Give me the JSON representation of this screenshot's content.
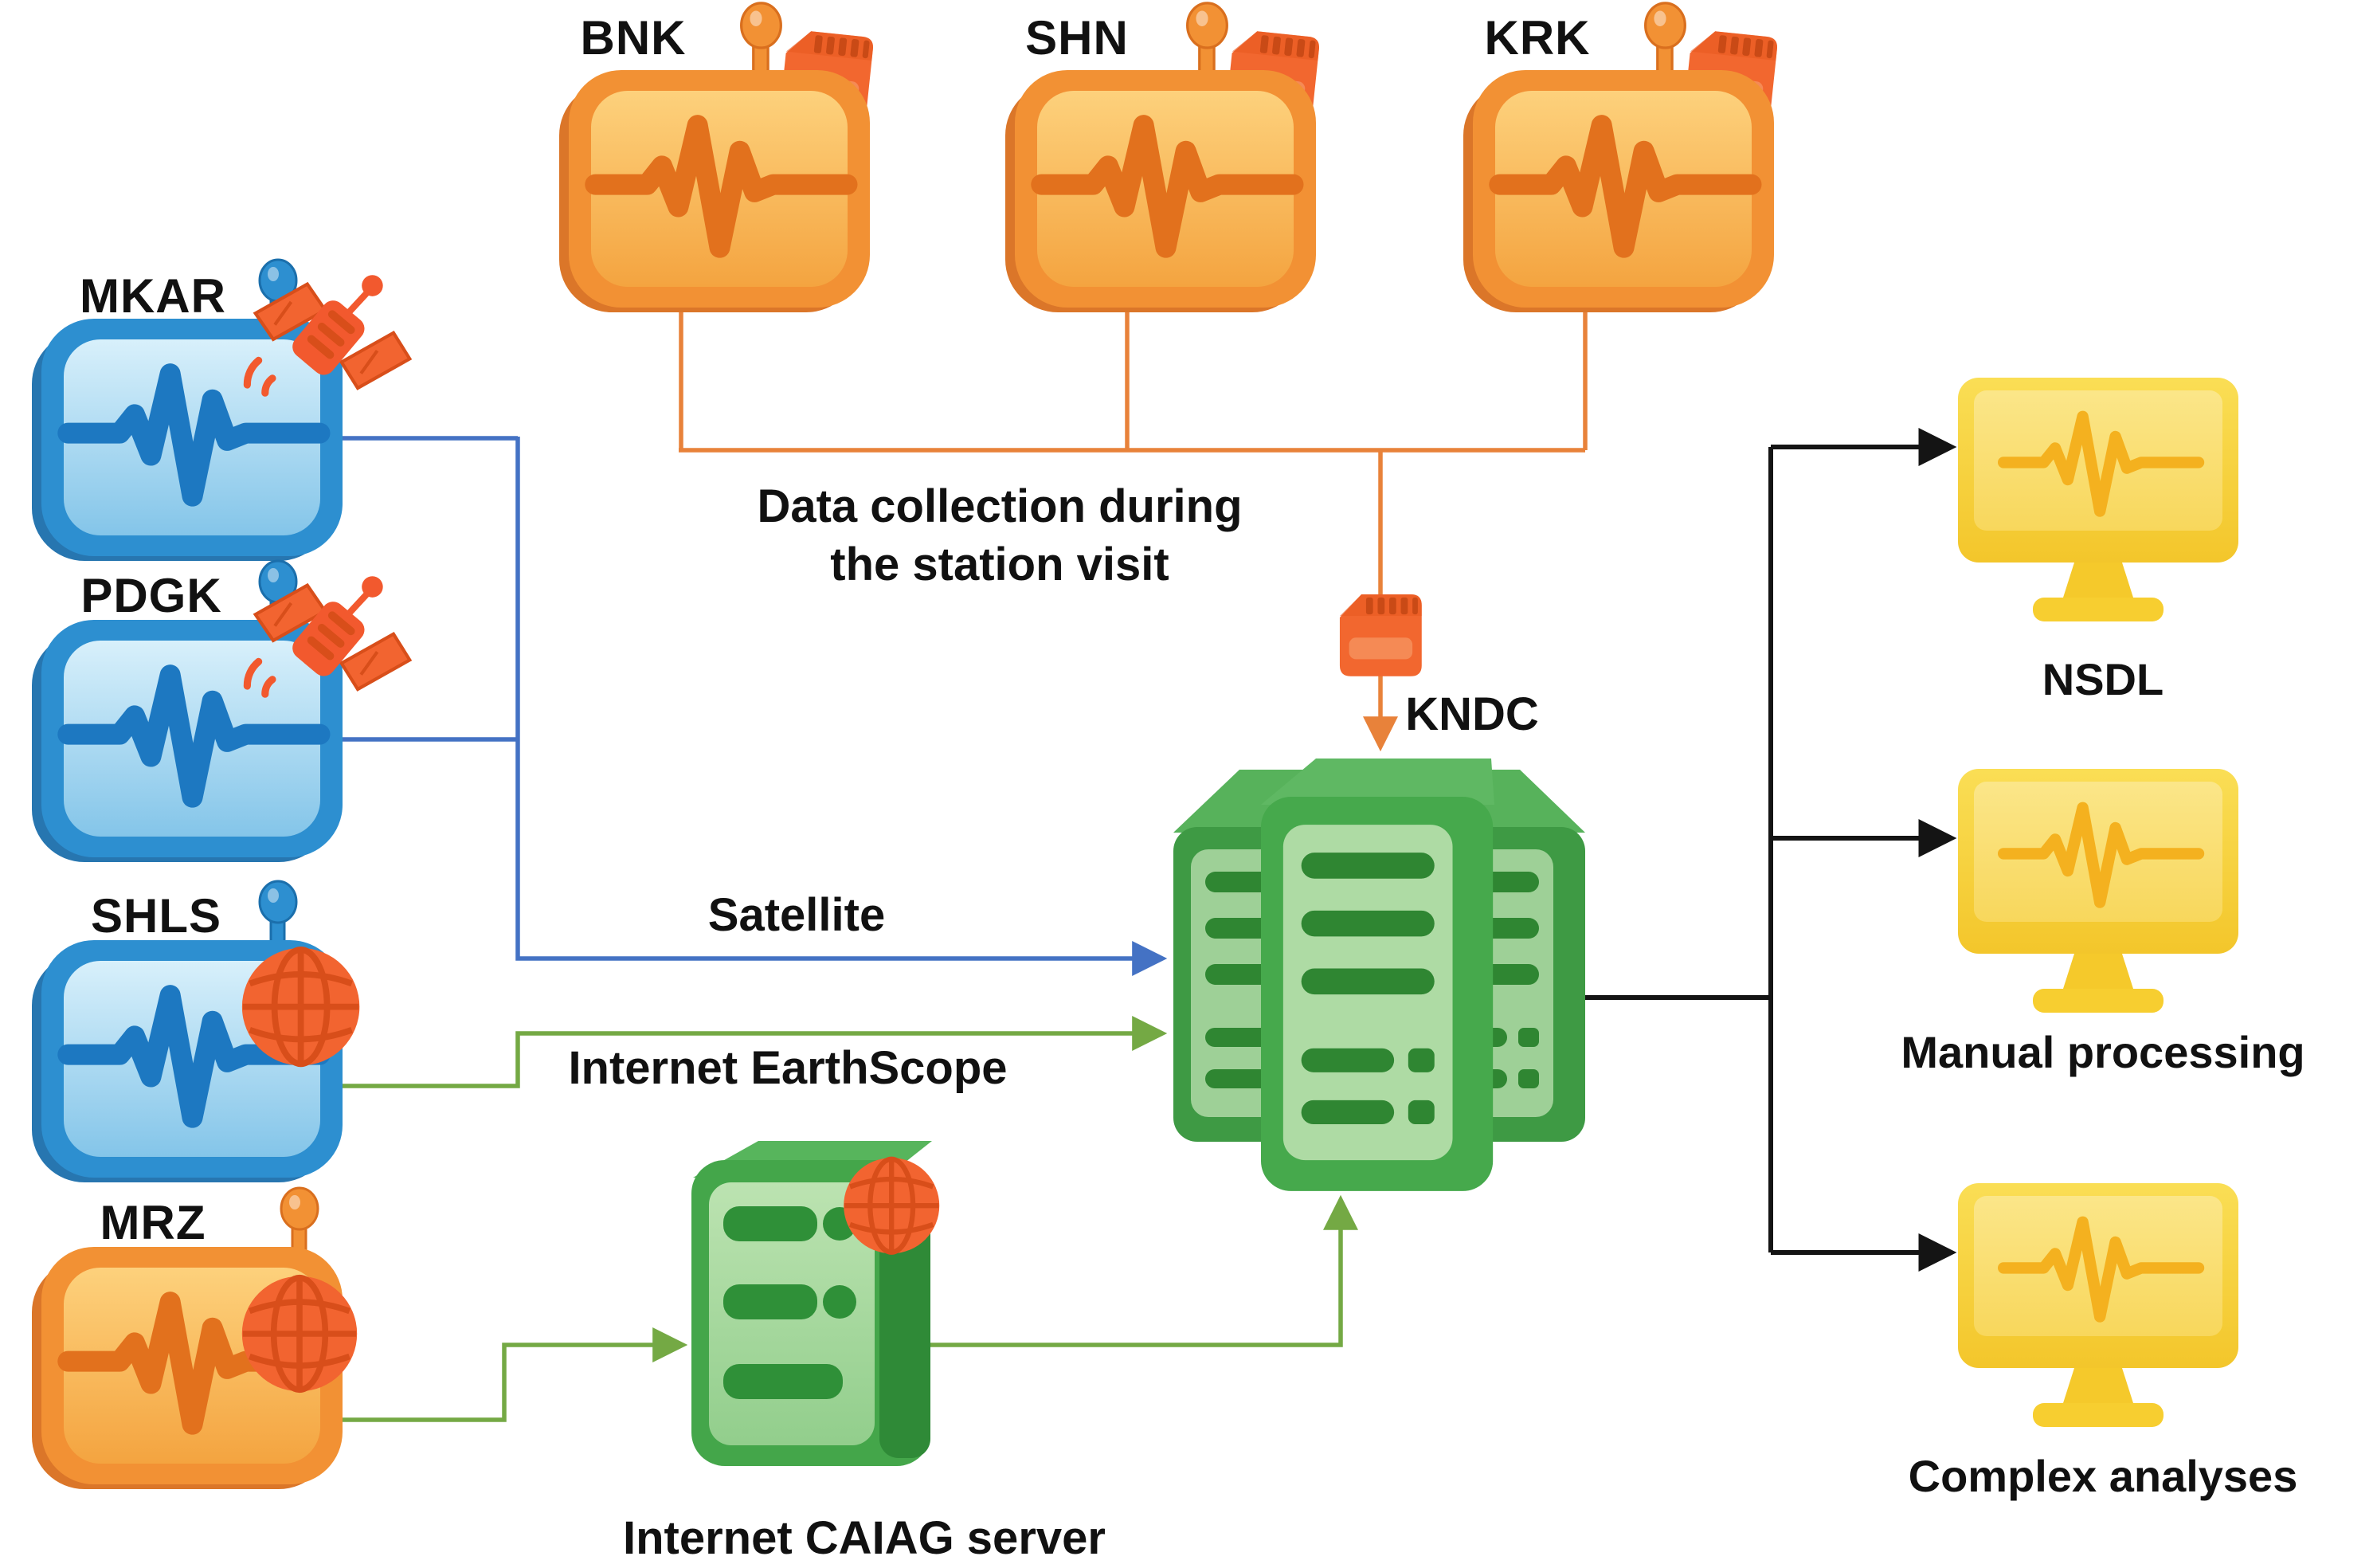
{
  "diagram": {
    "description": "Seismic station data flow diagram: field stations deliver data to the KNDC data center by SD-card transfer, satellite and internet links; KNDC feeds three analysis workstations.",
    "type": "network-flow-diagram"
  },
  "stations": {
    "top": [
      {
        "id": "bnk",
        "label": "BNK",
        "transfer": "sd-card"
      },
      {
        "id": "shn",
        "label": "SHN",
        "transfer": "sd-card"
      },
      {
        "id": "krk",
        "label": "KRK",
        "transfer": "sd-card"
      }
    ],
    "left": [
      {
        "id": "mkar",
        "label": "MKAR",
        "transfer": "satellite"
      },
      {
        "id": "pdgk",
        "label": "PDGK",
        "transfer": "satellite"
      },
      {
        "id": "shls",
        "label": "SHLS",
        "transfer": "internet"
      },
      {
        "id": "mrz",
        "label": "MRZ",
        "transfer": "internet"
      }
    ]
  },
  "hub": {
    "label": "KNDC"
  },
  "caiag": {
    "label": "Internet CAIAG server"
  },
  "flow_labels": {
    "collection_line1": "Data collection during",
    "collection_line2": "the station visit",
    "satellite": "Satellite",
    "earthscope": "Internet EarthScope"
  },
  "outputs": [
    {
      "id": "nsdl",
      "label": "NSDL"
    },
    {
      "id": "manual",
      "label": "Manual processing"
    },
    {
      "id": "complex",
      "label": "Complex analyses"
    }
  ],
  "colors": {
    "line_orange": "#E8823A",
    "line_blue": "#4472C4",
    "line_green": "#74A944",
    "line_black": "#141414",
    "station_orange": "#F29134",
    "station_blue": "#2D8FD0",
    "server_green": "#44A64A",
    "monitor_yellow": "#F8D salvo",
    "accent_orange_icon": "#F26430",
    "text": "#111111"
  }
}
